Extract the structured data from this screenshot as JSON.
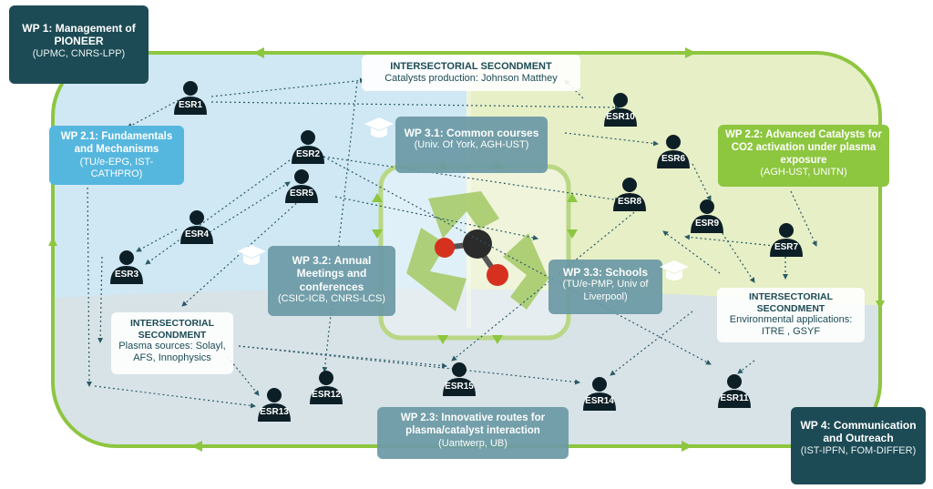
{
  "colors": {
    "dark_teal": "#1d4b55",
    "blue": "#56b7de",
    "green": "#8dc63f",
    "gray_box": "#6c9aa6",
    "cycle_line": "#8dc63f"
  },
  "wp1": {
    "title": "WP 1: Management of PIONEER",
    "sub": "(UPMC, CNRS-LPP)"
  },
  "wp21": {
    "title": "WP 2.1: Fundamentals and Mechanisms",
    "sub": "(TU/e-EPG, IST-CATHPRO)"
  },
  "wp22": {
    "title": "WP 2.2: Advanced Catalysts for CO2 activation under plasma exposure",
    "sub": "(AGH-UST, UNITN)"
  },
  "wp23": {
    "title": "WP 2.3: Innovative routes for plasma/catalyst interaction",
    "sub": "(Uantwerp, UB)"
  },
  "wp31": {
    "title": "WP 3.1: Common courses",
    "sub": "(Univ. Of York, AGH-UST)"
  },
  "wp32": {
    "title": "WP 3.2: Annual Meetings and conferences",
    "sub": "(CSIC-ICB, CNRS-LCS)"
  },
  "wp33": {
    "title": "WP 3.3: Schools",
    "sub": "(TU/e-PMP, Univ of Liverpool)"
  },
  "wp4": {
    "title": "WP 4: Communication and Outreach",
    "sub": "(IST-IPFN, FOM-DIFFER)"
  },
  "sec_top": {
    "title": "INTERSECTORIAL SECONDMENT",
    "sub": "Catalysts production: Johnson Matthey"
  },
  "sec_left": {
    "title": "INTERSECTORIAL SECONDMENT",
    "sub": "Plasma sources: Solayl, AFS, Innophysics"
  },
  "sec_right": {
    "title": "INTERSECTORIAL SECONDMENT",
    "sub": "Environmental applications: ITRE   , GSYF"
  },
  "esrs": [
    "ESR1",
    "ESR2",
    "ESR3",
    "ESR4",
    "ESR5",
    "ESR6",
    "ESR7",
    "ESR8",
    "ESR9",
    "ESR10",
    "ESR11",
    "ESR12",
    "ESR13",
    "ESR14",
    "ESR15"
  ],
  "icons": {
    "person": "person-icon",
    "cap": "graduation-cap-icon",
    "recycle": "recycle-icon",
    "molecule": "co2-molecule-icon"
  }
}
